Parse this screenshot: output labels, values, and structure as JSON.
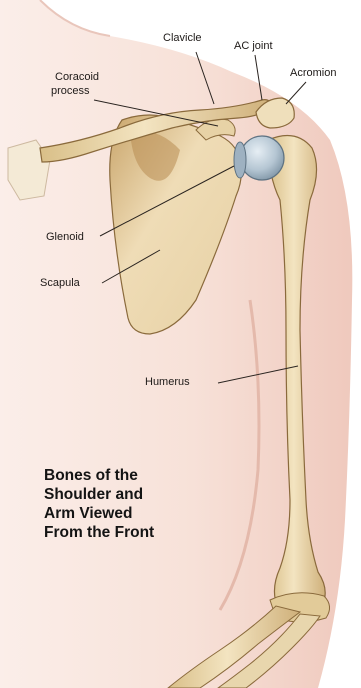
{
  "diagram": {
    "title_lines": [
      "Bones of the",
      "Shoulder and",
      "Arm Viewed",
      "From the Front"
    ],
    "labels": {
      "clavicle": "Clavicle",
      "ac_joint": "AC joint",
      "acromion": "Acromion",
      "coracoid_process_line1": "Coracoid",
      "coracoid_process_line2": "process",
      "glenoid": "Glenoid",
      "scapula": "Scapula",
      "humerus": "Humerus"
    },
    "colors": {
      "skin": "#f6dfd6",
      "skin_shadow": "#e8bfb3",
      "bone": "#ead7ae",
      "bone_shade": "#c9aa70",
      "bone_outline": "#8a6a3c",
      "cartilage": "#a9bccc",
      "leader": "#2a2420"
    }
  }
}
